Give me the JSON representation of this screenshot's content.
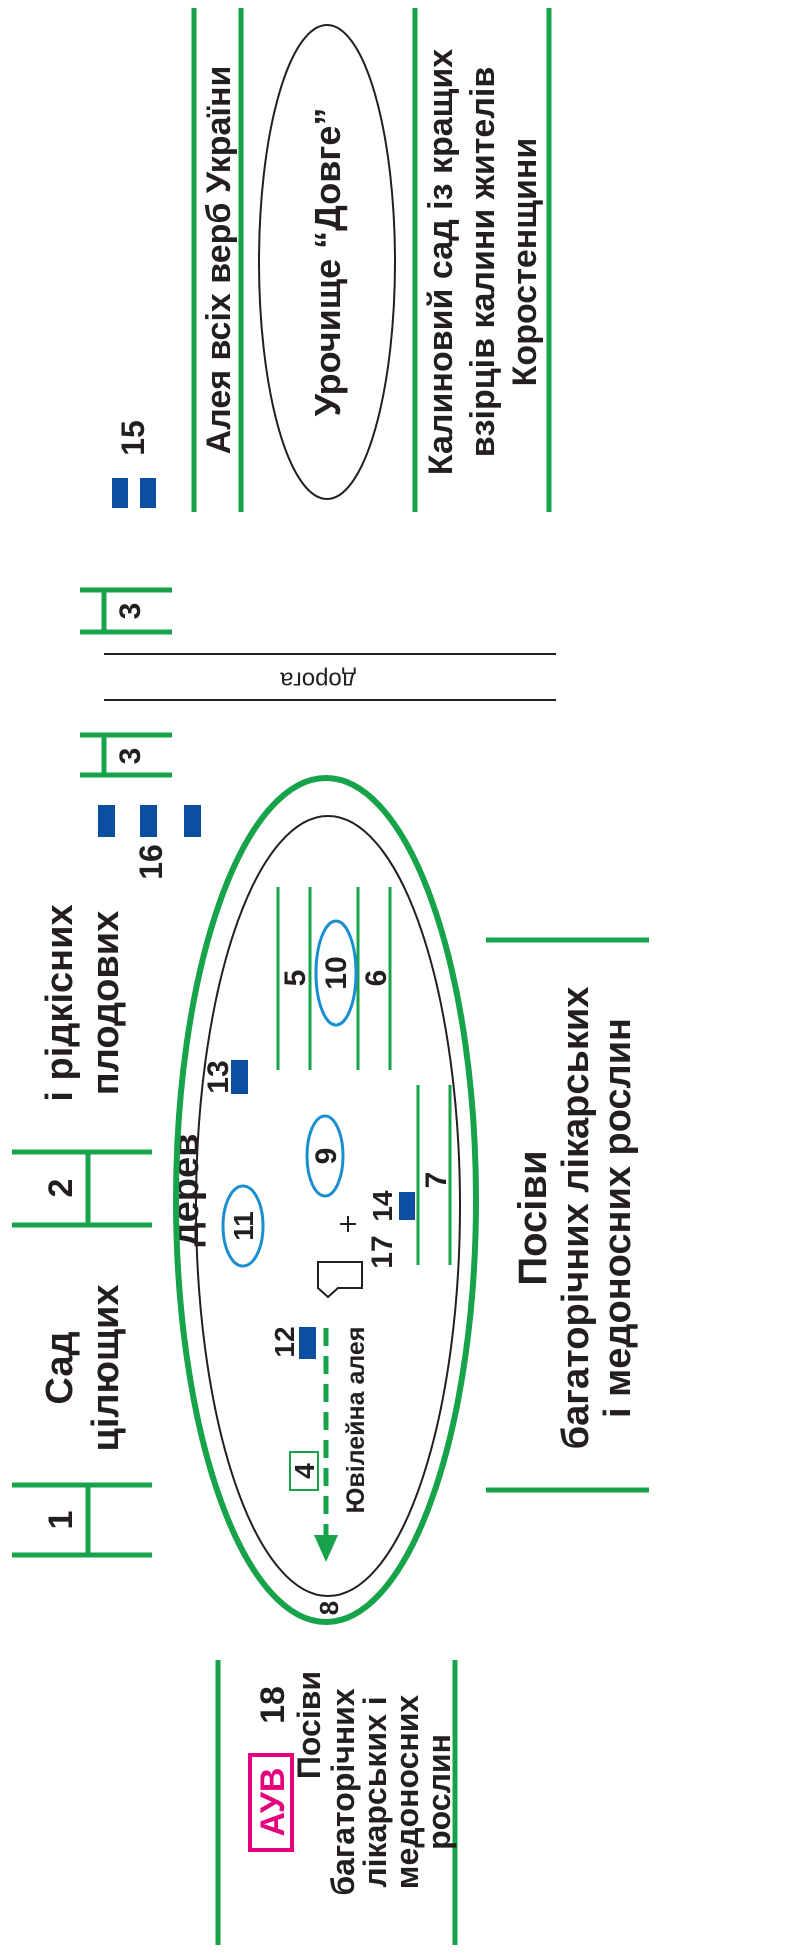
{
  "colors": {
    "green": "#16a34a",
    "blue": "#0b4ea2",
    "cyan": "#1a8fd0",
    "magenta": "#e6007e",
    "ink": "#231f20"
  },
  "labels": {
    "garden_title_1": "Сад",
    "garden_title_2": "цілющих",
    "garden_title_3": "і рідкісних",
    "garden_title_4": "плодових",
    "garden_title_5": "дерев",
    "willow_alley": "Алея всіх верб України",
    "urochyshche": "Урочище “Довге”",
    "viburnum_1": "Калиновий сад із кращих",
    "viburnum_2": "взірців калини жителів",
    "viburnum_3": "Коростенщини",
    "road": "дорога",
    "jubilee_alley": "Ювілейна алея",
    "crops_main_1": "Посіви",
    "crops_main_2": "багаторічних лікарських",
    "crops_main_3": "і медоносних рослин",
    "auv_badge": "АУВ",
    "auv_num": "18",
    "auv_crops_1": "Посіви",
    "auv_crops_2": "багаторічних",
    "auv_crops_3": "лікарських і",
    "auv_crops_4": "медоносних",
    "auv_crops_5": "рослин"
  },
  "numbers": {
    "n1": "1",
    "n2": "2",
    "n3a": "3",
    "n3b": "3",
    "n4": "4",
    "n5": "5",
    "n6": "6",
    "n7": "7",
    "n8": "8",
    "n9": "9",
    "n10": "10",
    "n11": "11",
    "n12": "12",
    "n13": "13",
    "n14": "14",
    "n15": "15",
    "n16": "16",
    "n17": "17"
  }
}
